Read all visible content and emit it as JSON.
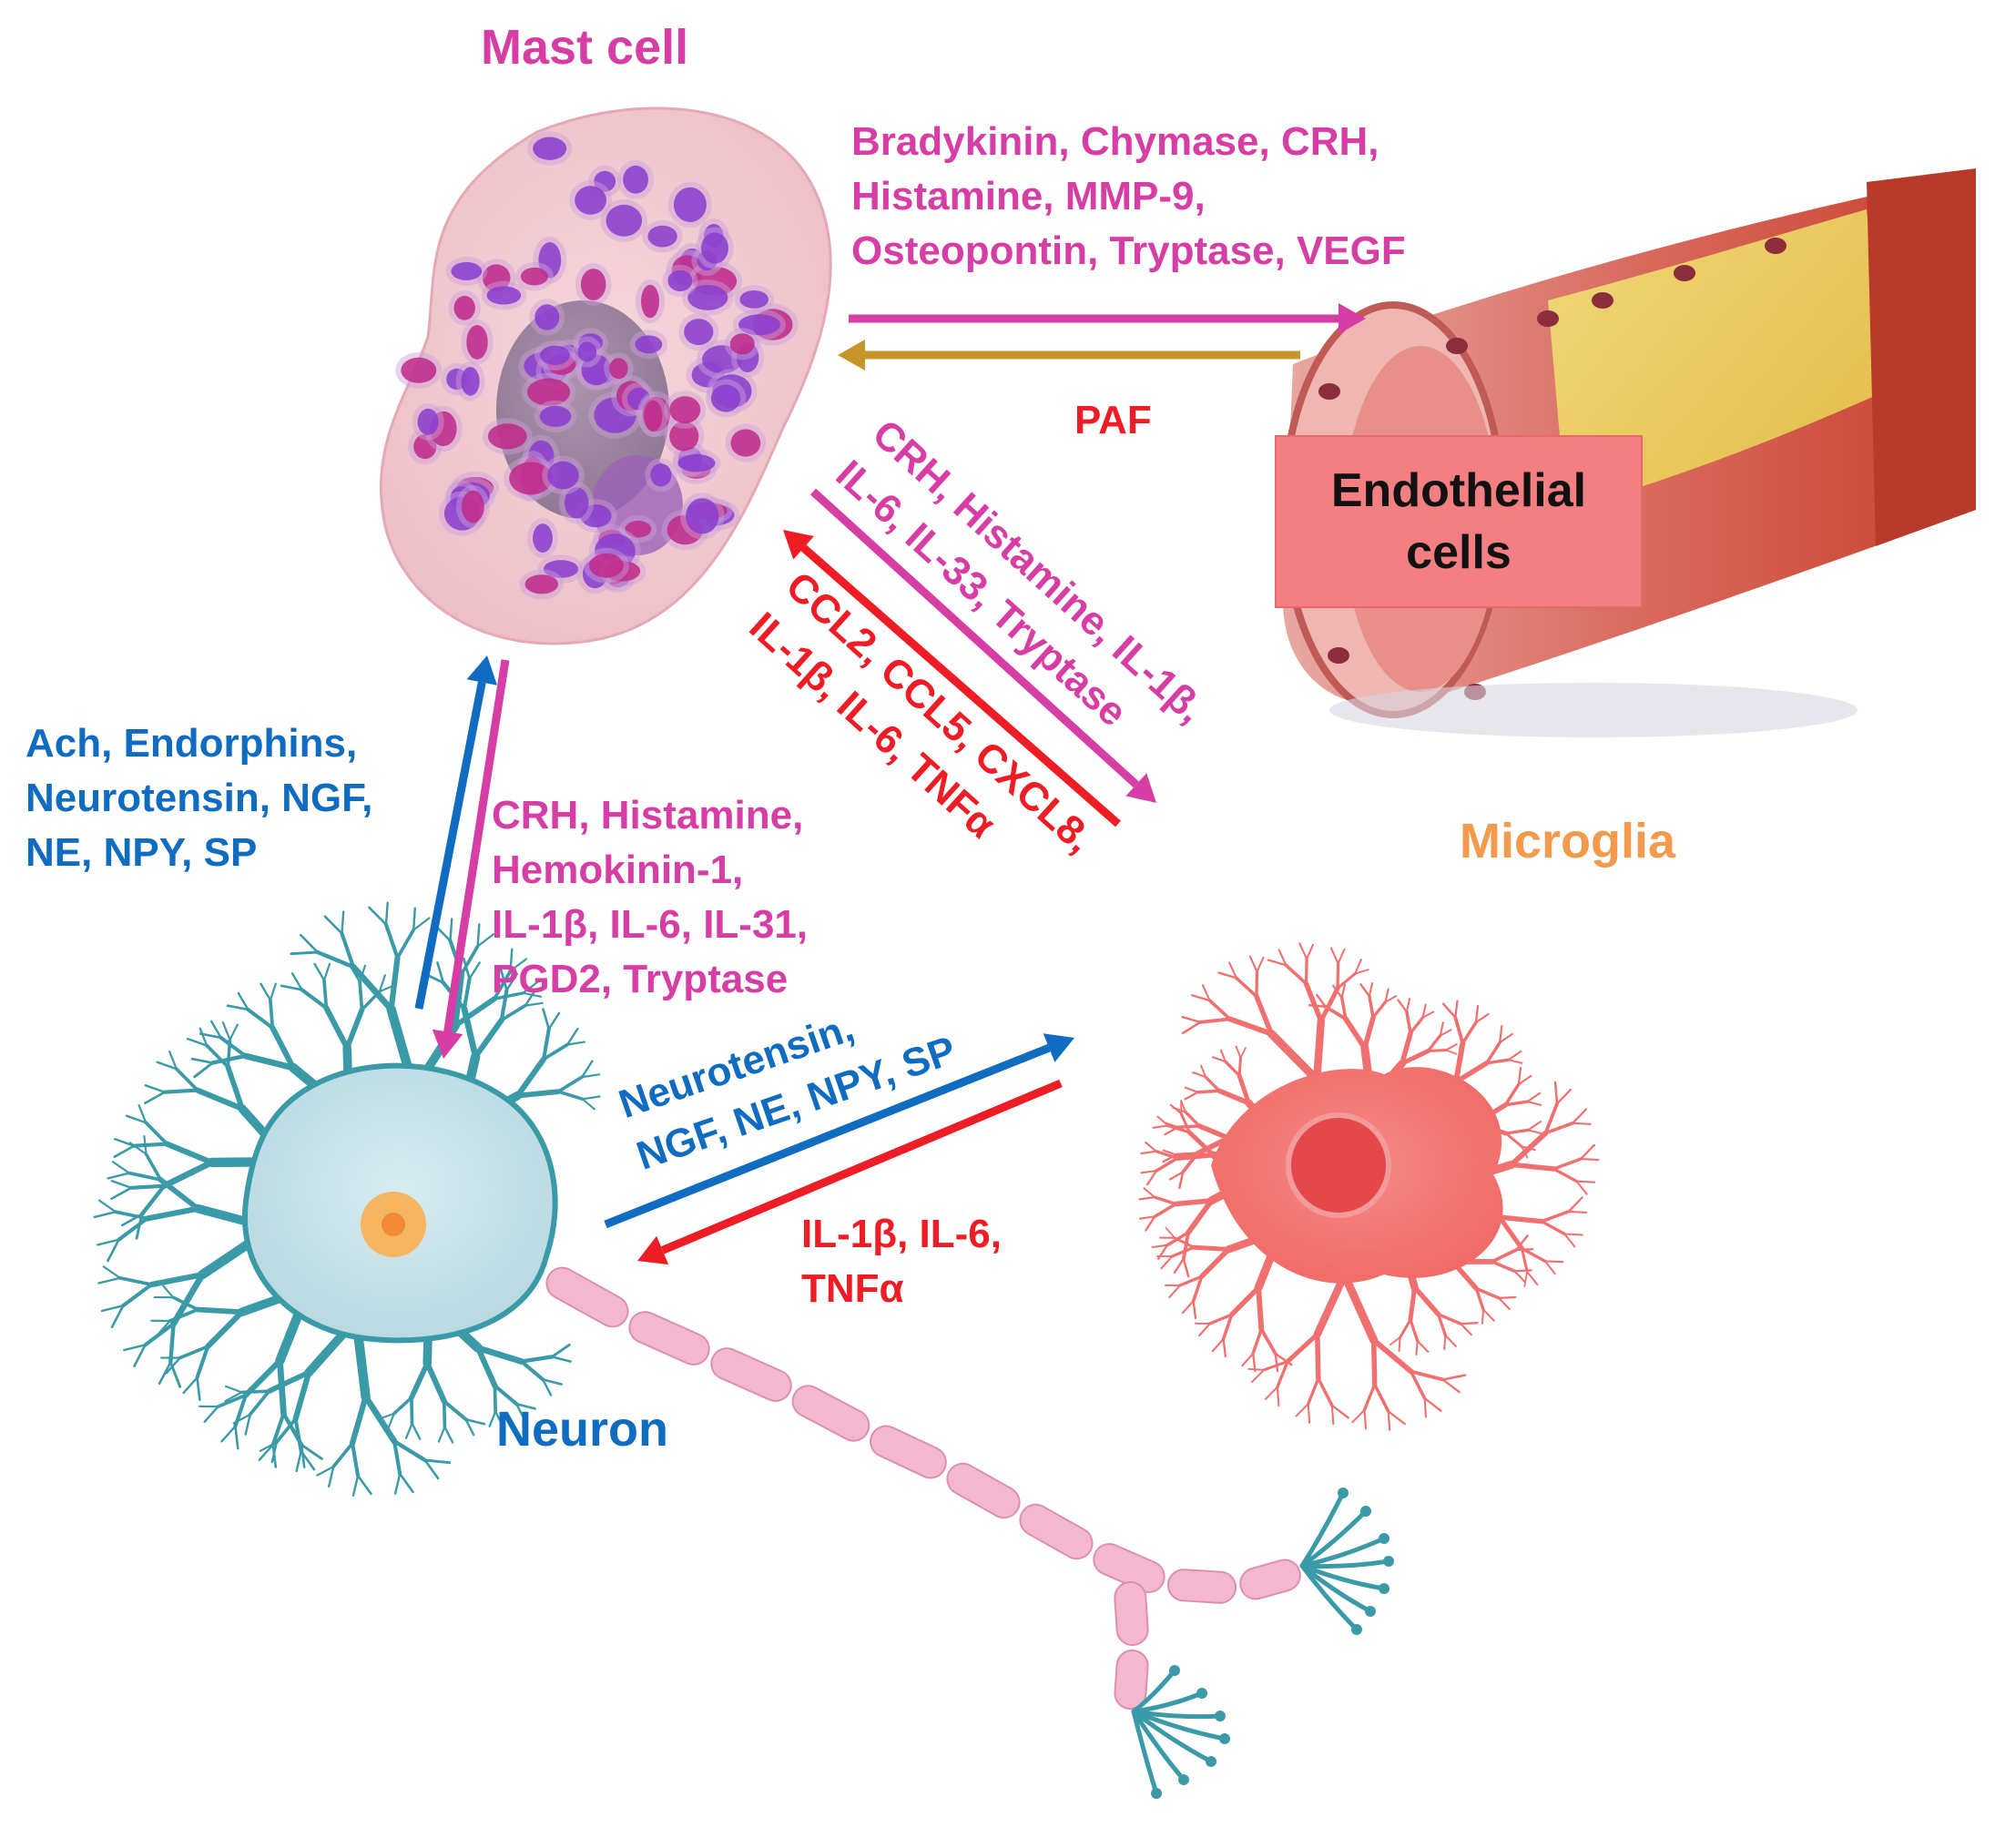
{
  "colors": {
    "mast": "#d63ea6",
    "blue": "#0f6cc0",
    "red": "#ee1c24",
    "orange": "#f39a4c",
    "gold": "#c8952a",
    "neuron": "#3b9aa8",
    "myelin": "#f3b8cf",
    "microglia": "#f07070",
    "vessel": "#d9534f"
  },
  "cells": {
    "mast": "Mast cell",
    "endothelial_line1": "Endothelial",
    "endothelial_line2": "cells",
    "microglia": "Microglia",
    "neuron": "Neuron"
  },
  "mediators": {
    "mast_to_endo": [
      "Bradykinin, Chymase, CRH,",
      "Histamine, MMP-9,",
      "Osteopontin, Tryptase, VEGF"
    ],
    "endo_to_mast": "PAF",
    "mast_to_microglia": [
      "CRH, Histamine, IL-1β,",
      "IL-6, IL-33, Tryptase"
    ],
    "microglia_to_mast": [
      "CCL2, CCL5, CXCL8,",
      "IL-1β, IL-6, TNFα"
    ],
    "neuron_to_mast": [
      "Ach, Endorphins,",
      "Neurotensin, NGF,",
      "NE, NPY, SP"
    ],
    "mast_to_neuron": [
      "CRH, Histamine,",
      "Hemokinin-1,",
      "IL-1β, IL-6, IL-31,",
      "PGD2, Tryptase"
    ],
    "neuron_to_microglia": [
      "Neurotensin,",
      "NGF, NE, NPY, SP"
    ],
    "microglia_to_neuron": [
      "IL-1β, IL-6,",
      "TNFα"
    ]
  }
}
